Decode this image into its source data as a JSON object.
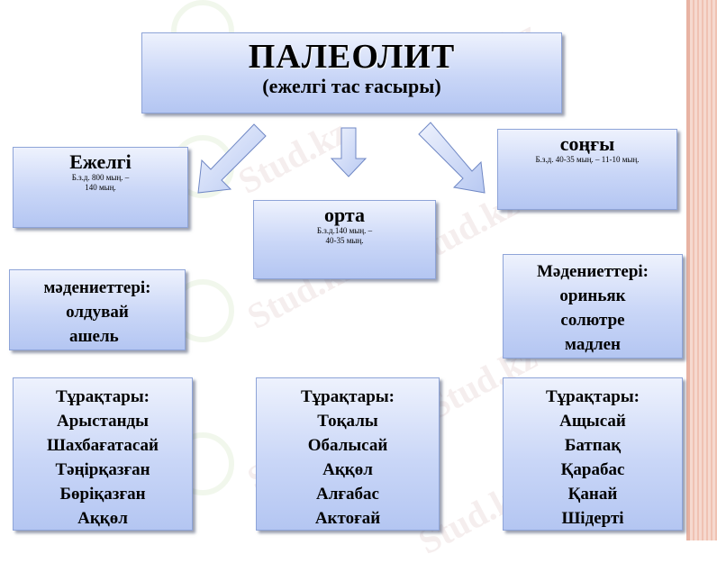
{
  "title": {
    "main": "ПАЛЕОЛИТ",
    "sub": "(ежелгі тас ғасыры)"
  },
  "periods": {
    "early": {
      "name": "Ежелгі",
      "date1": "Б.з.д. 800 мың. –",
      "date2": "140 мың."
    },
    "middle": {
      "name": "орта",
      "date1": "Б.з.д.140 мың. –",
      "date2": "40-35 мың."
    },
    "late": {
      "name": "соңғы",
      "date1": "Б.з.д. 40-35 мың. – 11-10 мың."
    }
  },
  "cultures": {
    "early": [
      "мәдениеттері:",
      "олдувай",
      "ашель"
    ],
    "late": [
      "Мәдениеттері:",
      "ориньяк",
      "солютре",
      "мадлен"
    ]
  },
  "sites": {
    "early": [
      "Тұрақтары:",
      "Арыстанды",
      "Шахбағатасай",
      "Тәңірқазған",
      "Бөріқазған",
      "Аққөл"
    ],
    "middle": [
      "Тұрақтары:",
      "Тоқалы",
      "Обалысай",
      "Аққөл",
      "Алғабас",
      "Актоғай"
    ],
    "late": [
      "Тұрақтары:",
      "Ащысай",
      "Батпақ",
      "Қарабас",
      "Қанай",
      "Шідерті"
    ]
  },
  "watermark": "Stud.kz",
  "colors": {
    "box_top": "#eef2fd",
    "box_bottom": "#b4c6f2",
    "border": "#8ea4d8",
    "strip": "#f0c2b3"
  }
}
